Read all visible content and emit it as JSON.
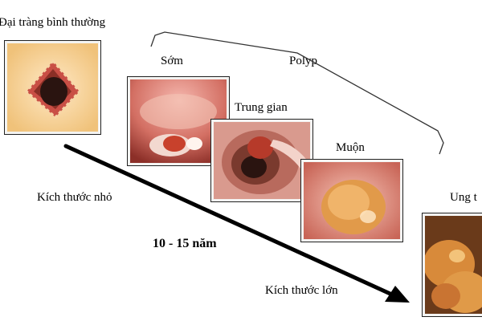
{
  "stages": {
    "normal_label": "Đại tràng bình thường",
    "polyp_group_label": "Polyp",
    "early_label": "Sớm",
    "middle_label": "Trung gian",
    "late_label": "Muộn",
    "cancer_label": "Ung t"
  },
  "progression": {
    "small_size_label": "Kích thước nhỏ",
    "duration_label": "10 - 15 năm",
    "large_size_label": "Kích thước lớn"
  },
  "colors": {
    "arrow": "#000000",
    "bracket": "#333333",
    "tissue_pink": "#d98a8a",
    "tissue_light": "#efc8bf",
    "lumen_dark": "#2a1410",
    "polyp_red": "#b63a2a",
    "tumor_orange": "#d88a3a"
  }
}
